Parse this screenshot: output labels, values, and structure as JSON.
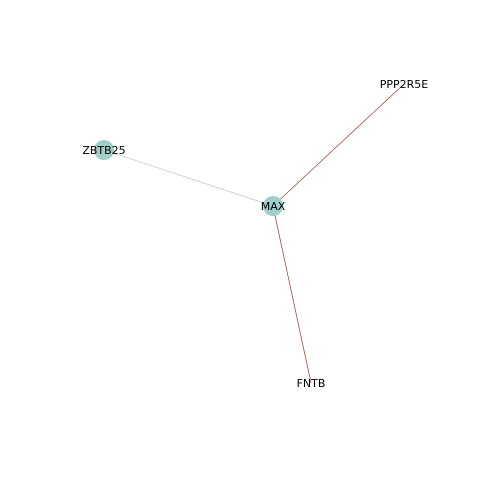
{
  "network": {
    "nodes": [
      {
        "id": "MAX",
        "label": "MAX",
        "marker": true
      },
      {
        "id": "ZBTB25",
        "label": "ZBTB25",
        "marker": true
      },
      {
        "id": "PPP2R5E",
        "label": "PPP2R5E",
        "marker": false
      },
      {
        "id": "FNTB",
        "label": "FNTB",
        "marker": false
      }
    ],
    "edges": [
      {
        "source": "MAX",
        "target": "ZBTB25",
        "color": "#c8c8c8"
      },
      {
        "source": "MAX",
        "target": "PPP2R5E",
        "color": "#a0503c"
      },
      {
        "source": "MAX",
        "target": "FNTB",
        "color": "#a0503c"
      }
    ],
    "colors": {
      "node_fill": "#9fcfcb",
      "label_text": "#000000",
      "background": "#ffffff"
    }
  }
}
